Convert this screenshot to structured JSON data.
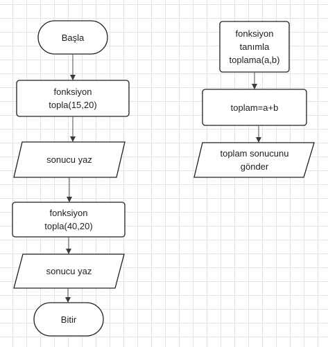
{
  "nodes": {
    "start": "Başla",
    "call1": "fonksiyon\ntopla(15,20)",
    "output1": "sonucu yaz",
    "call2": "fonksiyon\ntopla(40,20)",
    "output2": "sonucu yaz",
    "end": "Bitir",
    "define": "fonksiyon\ntanımla\ntoplama(a,b)",
    "compute": "toplam=a+b",
    "return": "toplam sonucunu\ngönder"
  },
  "colors": {
    "stroke": "#1e1e1e",
    "fill": "#ffffff",
    "grid": "#e3e3e3",
    "arrow": "#3a3a3a"
  }
}
